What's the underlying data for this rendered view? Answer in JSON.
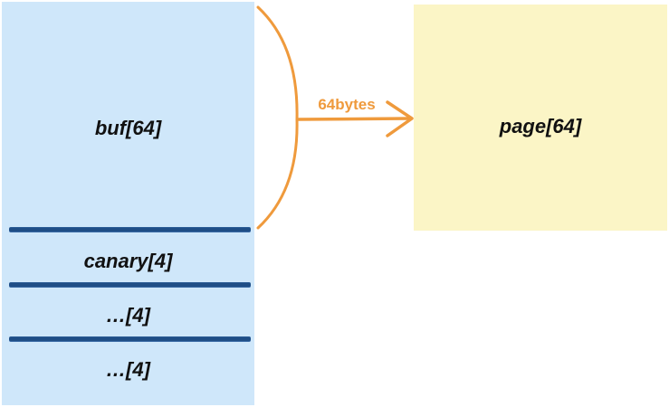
{
  "stack": {
    "cells": [
      {
        "label": "buf[64]"
      },
      {
        "label": "canary[4]"
      },
      {
        "label": "…[4]"
      },
      {
        "label": "…[4]"
      }
    ]
  },
  "page": {
    "label": "page[64]"
  },
  "arrow": {
    "label": "64bytes"
  },
  "colors": {
    "stack_fill": "#cfe7fa",
    "page_fill": "#fbf5c6",
    "divider": "#1f4e86",
    "arrow": "#ef9a3c"
  }
}
